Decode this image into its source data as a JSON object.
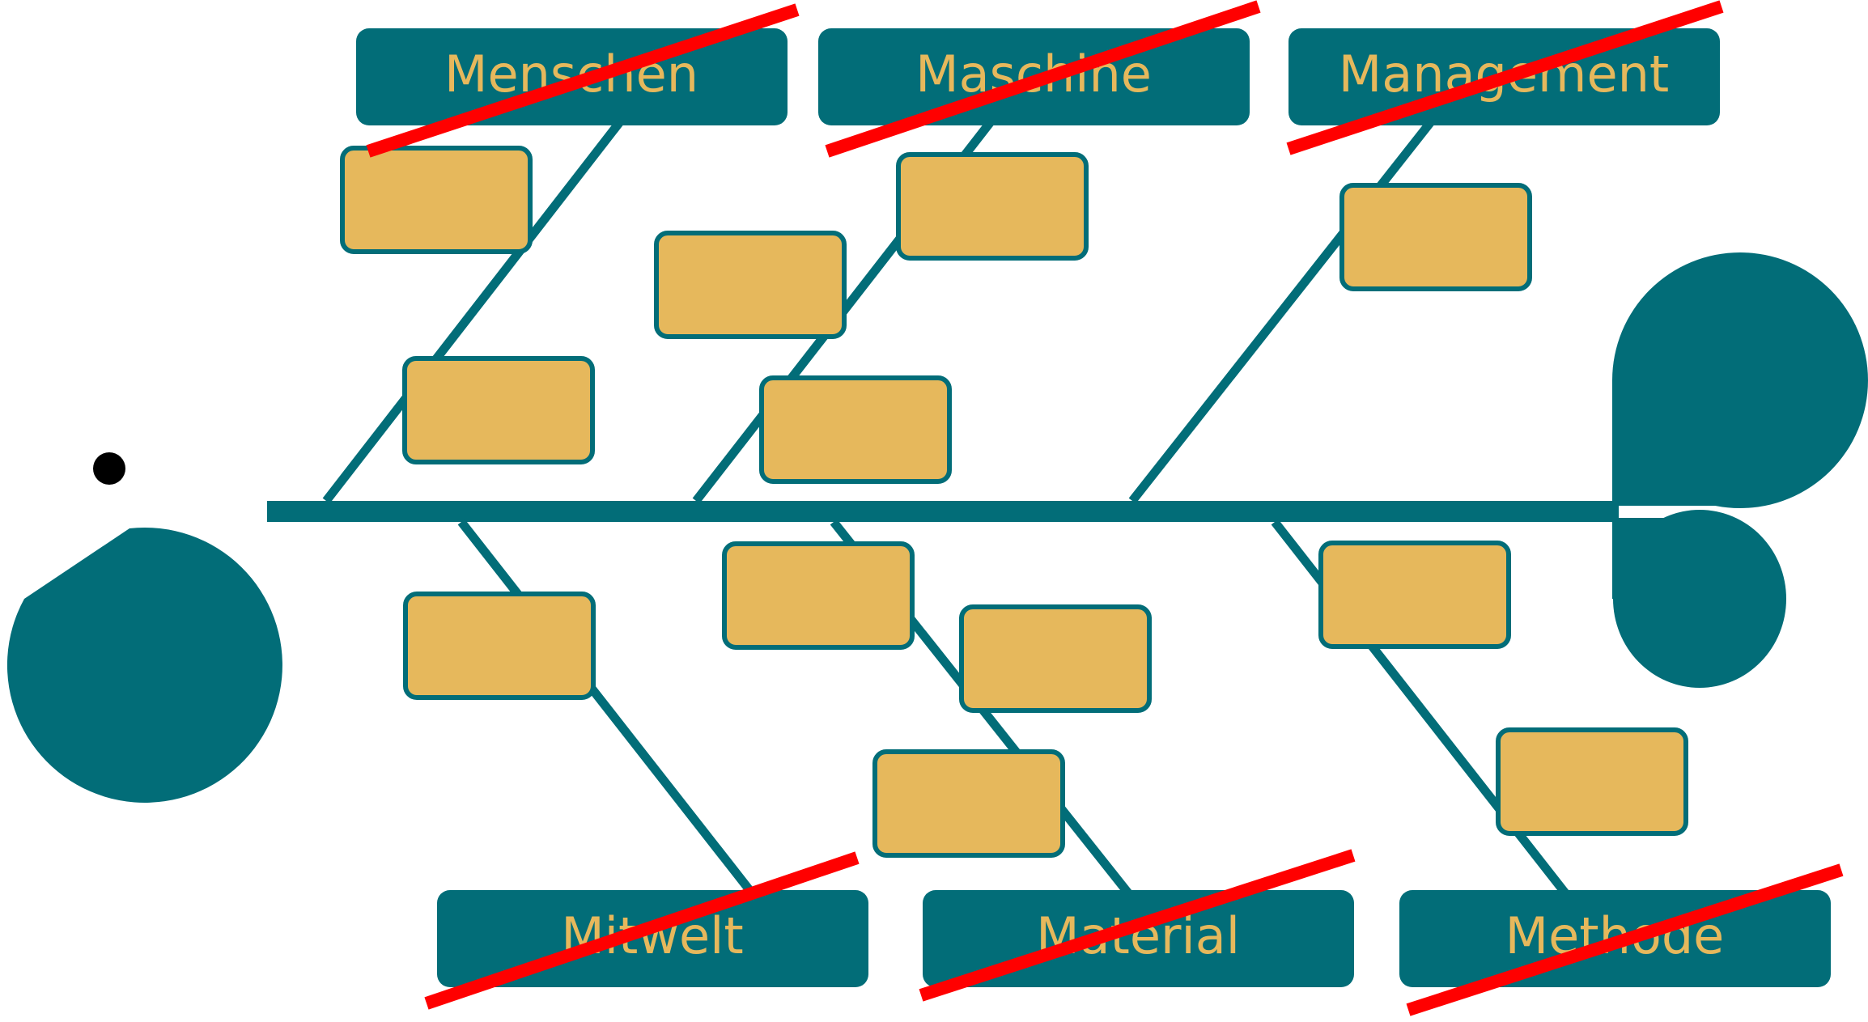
{
  "colors": {
    "teal": "#026d78",
    "box_fill": "#e6b85c",
    "label_text": "#e6b85c",
    "strike": "#ff0000",
    "eye_white": "#ffffff",
    "pupil": "#000000"
  },
  "categories": {
    "top": [
      {
        "id": "menschen",
        "label": "Menschen",
        "struck_out": true
      },
      {
        "id": "maschine",
        "label": "Maschine",
        "struck_out": true
      },
      {
        "id": "management",
        "label": "Management",
        "struck_out": true
      }
    ],
    "bottom": [
      {
        "id": "mitwelt",
        "label": "Mitwelt",
        "struck_out": true
      },
      {
        "id": "material",
        "label": "Material",
        "struck_out": true
      },
      {
        "id": "methode",
        "label": "Methode",
        "struck_out": true
      }
    ]
  },
  "cause_boxes": [
    {
      "category": "menschen",
      "text": ""
    },
    {
      "category": "menschen",
      "text": ""
    },
    {
      "category": "maschine",
      "text": ""
    },
    {
      "category": "maschine",
      "text": ""
    },
    {
      "category": "maschine",
      "text": ""
    },
    {
      "category": "management",
      "text": ""
    },
    {
      "category": "mitwelt",
      "text": ""
    },
    {
      "category": "material",
      "text": ""
    },
    {
      "category": "material",
      "text": ""
    },
    {
      "category": "material",
      "text": ""
    },
    {
      "category": "methode",
      "text": ""
    },
    {
      "category": "methode",
      "text": ""
    }
  ]
}
